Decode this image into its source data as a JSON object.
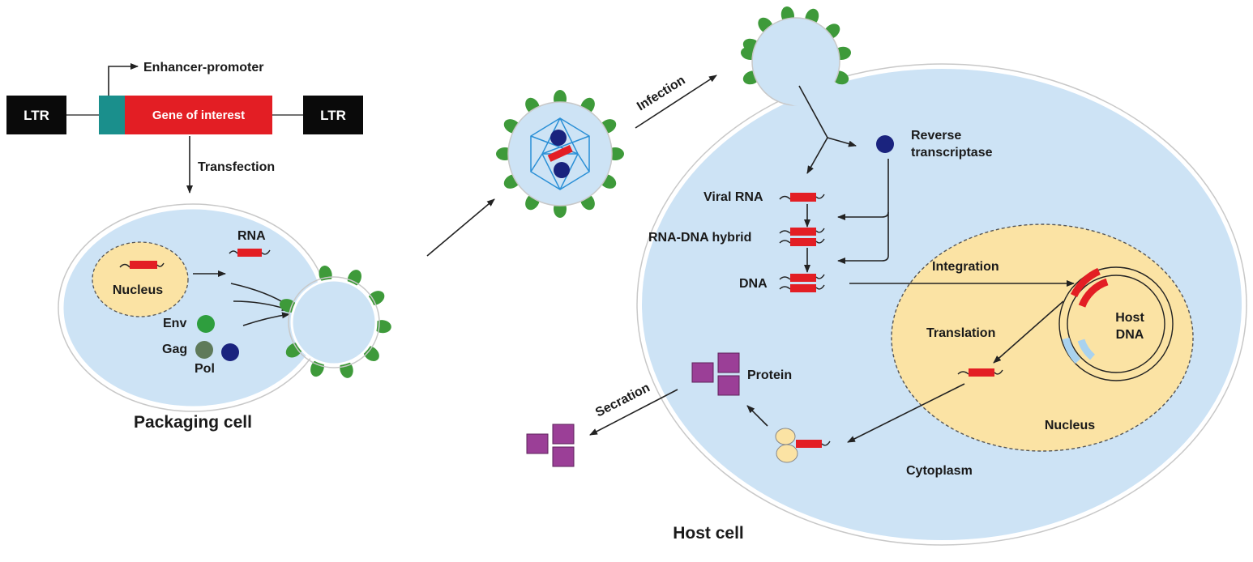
{
  "construct": {
    "ltr_left": "LTR",
    "ltr_right": "LTR",
    "gene": "Gene of interest",
    "promoter": "Enhancer-promoter",
    "transfection": "Transfection"
  },
  "packaging_cell": {
    "title": "Packaging cell",
    "rna": "RNA",
    "nucleus": "Nucleus",
    "env": "Env",
    "gag": "Gag",
    "pol": "Pol"
  },
  "infection": "Infection",
  "host_cell": {
    "title": "Host cell",
    "reverse_1": "Reverse",
    "reverse_2": "transcriptase",
    "viral_rna": "Viral RNA",
    "hybrid": "RNA-DNA hybrid",
    "dna": "DNA",
    "integration": "Integration",
    "host_dna_1": "Host",
    "host_dna_2": "DNA",
    "translation": "Translation",
    "nucleus": "Nucleus",
    "protein": "Protein",
    "secretion": "Secration",
    "cytoplasm": "Cytoplasm"
  },
  "colors": {
    "cell": "#cde3f5",
    "nucleus": "#fbe3a4",
    "gene": "#e31e24",
    "promoter": "#1a8f8c",
    "spike": "#3e9a3a",
    "pol": "#1a237e",
    "env": "#2e9e3e",
    "gag": "#5f7a5a",
    "protein": "#9b3f97",
    "capsid": "#2a8fd6"
  }
}
